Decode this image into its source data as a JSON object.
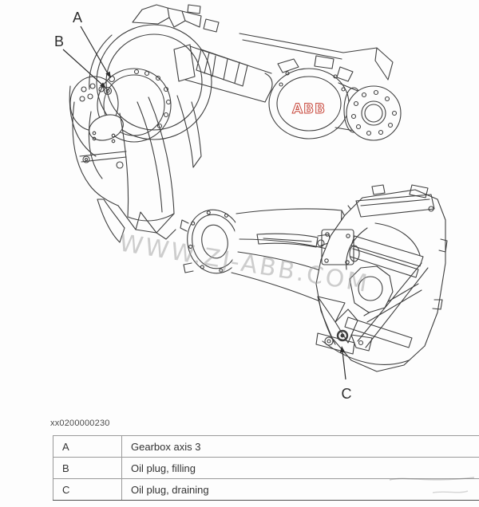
{
  "figure": {
    "caption_id": "xx0200000230",
    "watermark": "WWW.ZJ-ABB.COM",
    "logo": "ABB",
    "callouts": {
      "a": "A",
      "b": "B",
      "c": "C"
    },
    "colors": {
      "line": "#3f3f3f",
      "logo_red": "#c8483c",
      "watermark_grey": "#9e9e9e"
    }
  },
  "legend_table": {
    "rows": [
      {
        "key": "A",
        "description": "Gearbox axis 3"
      },
      {
        "key": "B",
        "description": "Oil plug, filling"
      },
      {
        "key": "C",
        "description": "Oil plug, draining"
      }
    ]
  }
}
